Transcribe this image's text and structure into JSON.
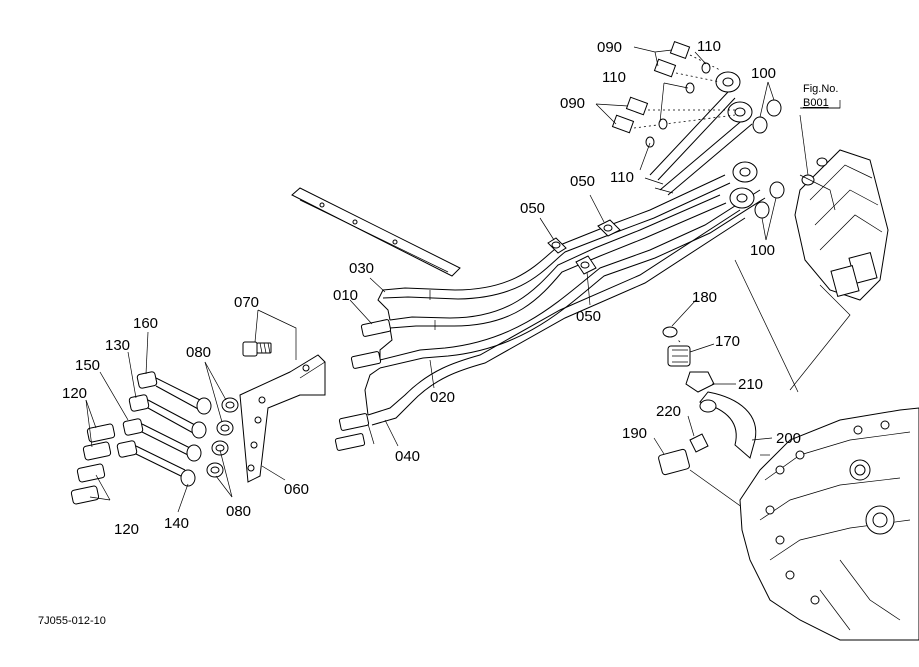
{
  "callouts": {
    "c090a": "090",
    "c110a": "110",
    "c110b": "110",
    "c090b": "090",
    "c110c": "110",
    "c100a": "100",
    "c100b": "100",
    "c050a": "050",
    "c050b": "050",
    "c050c": "050",
    "c030": "030",
    "c010": "010",
    "c070": "070",
    "c160": "160",
    "c130": "130",
    "c150": "150",
    "c080a": "080",
    "c080b": "080",
    "c120a": "120",
    "c120b": "120",
    "c140": "140",
    "c060": "060",
    "c040": "040",
    "c020": "020",
    "c180": "180",
    "c170": "170",
    "c210": "210",
    "c220": "220",
    "c190": "190",
    "c200": "200"
  },
  "figure_ref": {
    "label": "Fig.No.",
    "number": "B001"
  },
  "drawing_code": "7J055-012-10"
}
